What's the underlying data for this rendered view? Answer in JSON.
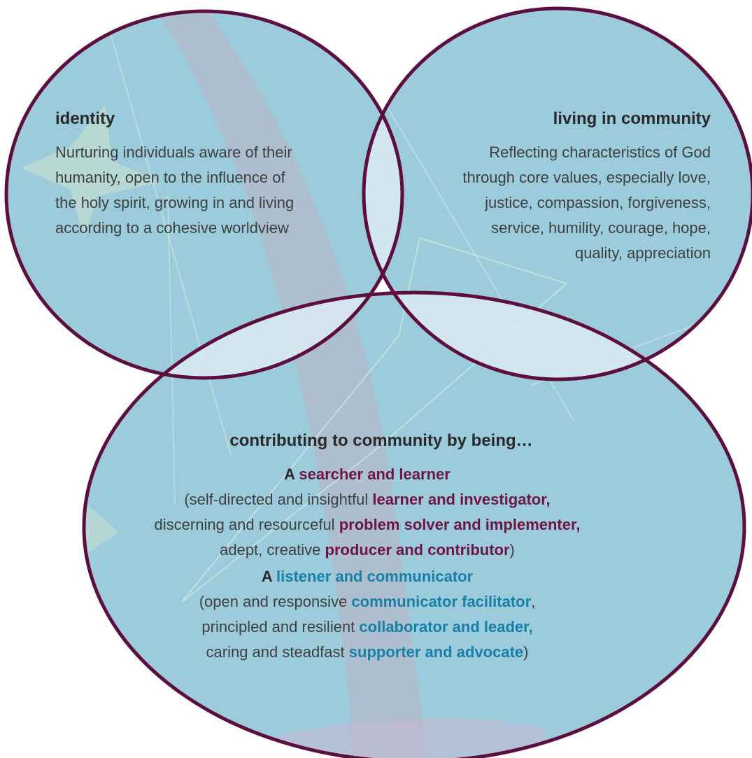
{
  "colors": {
    "circle_fill": "#9ccbdc",
    "circle_stroke": "#5c0f3e",
    "overlap_fill": "#dcebf2",
    "plum_text": "#6d1645",
    "teal_text": "#1780a8"
  },
  "identity": {
    "heading": "identity",
    "lines": [
      "Nurturing individuals aware of their",
      "humanity, open to the influence of",
      "the holy spirit, growing in and living",
      "according to a cohesive worldview"
    ]
  },
  "living": {
    "heading": "living in community",
    "lines": [
      "Reflecting characteristics of God",
      "through core values, especially love,",
      "justice, compassion, forgiveness,",
      "service, humility, courage, hope,",
      "quality, appreciation"
    ]
  },
  "contributing": {
    "heading": "contributing to community by being…",
    "searcher": {
      "prefix": "A ",
      "title": "searcher and learner",
      "l1_pre": "(self-directed and insightful ",
      "l1_em": "learner and investigator,",
      "l2_pre": "discerning and resourceful ",
      "l2_em": "problem solver and implementer,",
      "l3_pre": "adept, creative ",
      "l3_em": "producer and contributor",
      "l3_post": ")"
    },
    "listener": {
      "prefix": "A ",
      "title": "listener and communicator",
      "l1_pre": "(open and responsive ",
      "l1_em": "communicator facilitator",
      "l1_post": ",",
      "l2_pre": "principled and resilient ",
      "l2_em": "collaborator and leader,",
      "l3_pre": "caring and steadfast ",
      "l3_em": "supporter and advocate",
      "l3_post": ")"
    }
  }
}
